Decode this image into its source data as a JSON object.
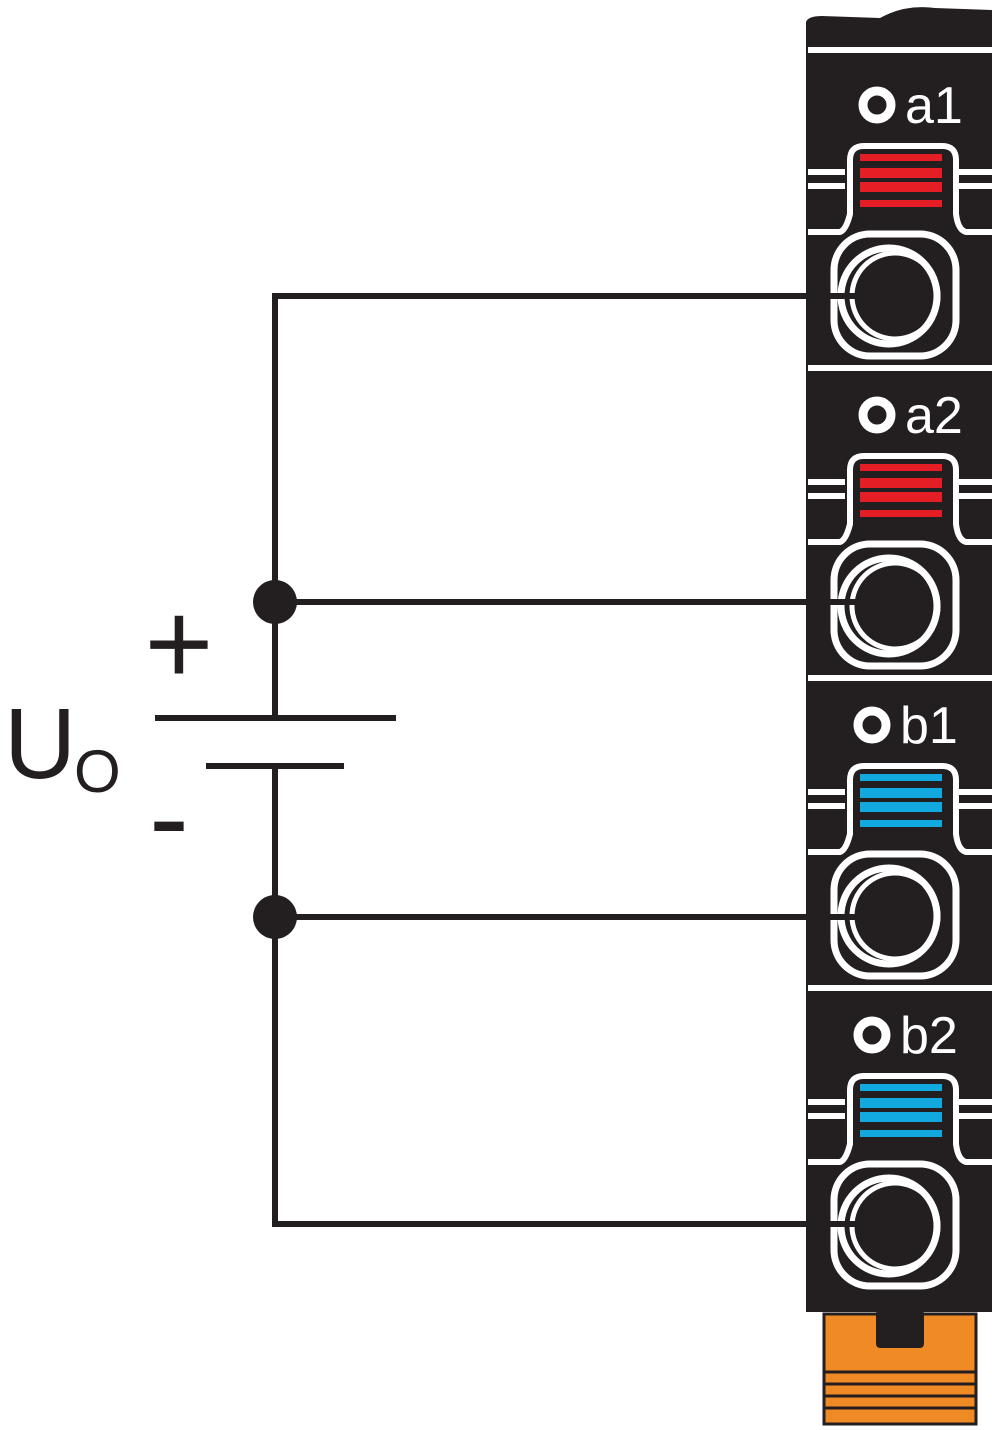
{
  "supply": {
    "voltage_label": "U",
    "voltage_subscript": "O",
    "plus_sign": "+",
    "minus_sign": "-"
  },
  "terminals": [
    {
      "label": "a1",
      "indicator_color": "#e51e25"
    },
    {
      "label": "a2",
      "indicator_color": "#e51e25"
    },
    {
      "label": "b1",
      "indicator_color": "#12a8e0"
    },
    {
      "label": "b2",
      "indicator_color": "#12a8e0"
    }
  ],
  "colors": {
    "block_body": "#231f20",
    "wire": "#231f20",
    "release_tab": "#f08a24",
    "red_indicator": "#e51e25",
    "blue_indicator": "#12a8e0"
  }
}
